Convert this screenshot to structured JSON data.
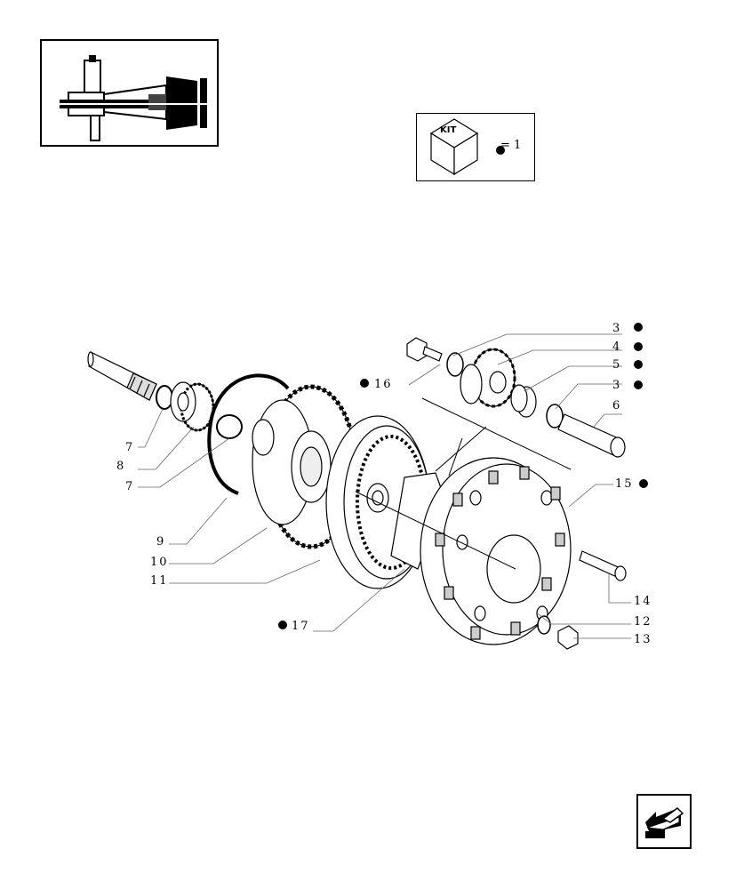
{
  "kit": {
    "title": "KIT",
    "legend": "= 1"
  },
  "callouts": {
    "c3a": "3",
    "c4": "4",
    "c5": "5",
    "c3b": "3",
    "c6": "6",
    "c16": "16",
    "c7a": "7",
    "c8": "8",
    "c7b": "7",
    "c9": "9",
    "c10": "10",
    "c11": "11",
    "c15": "15",
    "c14": "14",
    "c12": "12",
    "c13": "13",
    "c17": "17"
  },
  "colors": {
    "ink": "#000000",
    "paper": "#ffffff",
    "leader": "#555555"
  },
  "icons": {
    "thumbnail": "axle-assembly-thumbnail",
    "kit": "kit-cube-icon",
    "nav": "back-arrow-icon"
  }
}
